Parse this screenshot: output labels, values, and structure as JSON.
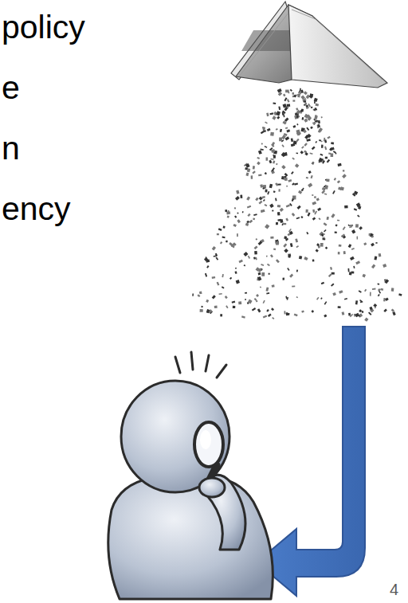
{
  "diagram": {
    "labels": [
      "policy",
      "e",
      "n",
      "ency",
      "4"
    ]
  }
}
